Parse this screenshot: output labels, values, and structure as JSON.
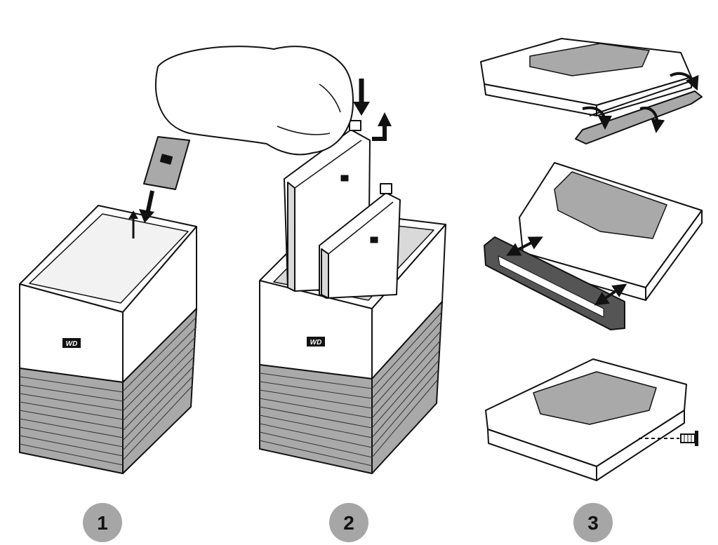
{
  "logo": {
    "text": "WD"
  },
  "steps": [
    {
      "number": "1"
    },
    {
      "number": "2"
    },
    {
      "number": "3"
    }
  ],
  "colors": {
    "outline": "#111111",
    "gray_fill": "#a9a9a9",
    "light_gray": "#d9d9d9",
    "badge_fill": "#a6a6a6",
    "badge_text": "#111111",
    "background": "#ffffff"
  }
}
